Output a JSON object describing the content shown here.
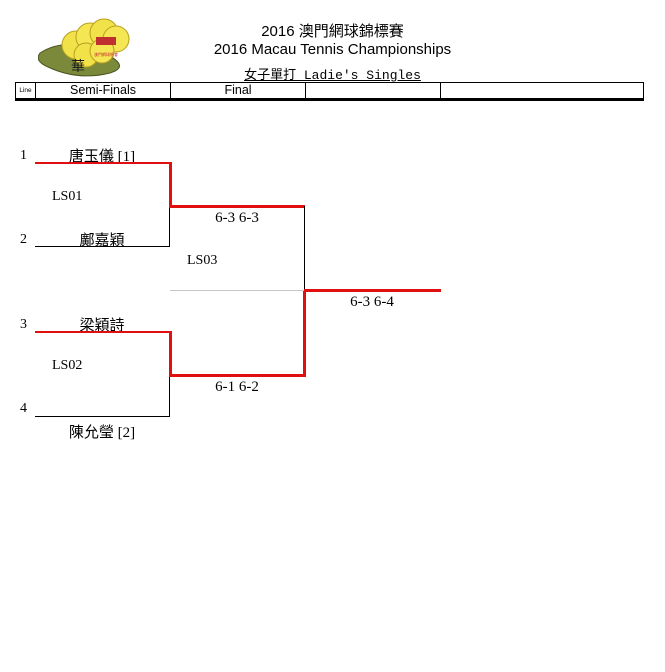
{
  "header": {
    "title_cn": "2016 澳門網球錦標賽",
    "title_en": "2016 Macau Tennis Championships",
    "event": "女子單打 Ladie's Singles"
  },
  "columns": {
    "line": "Line",
    "semi": "Semi-Finals",
    "final": "Final",
    "col4": "",
    "col5": ""
  },
  "logo": {
    "text": "澳門網球總會",
    "glyph": "華"
  },
  "draw": {
    "lines": [
      "1",
      "2",
      "3",
      "4"
    ],
    "players": [
      "唐玉儀 [1]",
      "鄺嘉穎",
      "梁穎詩",
      "陳允瑩 [2]"
    ],
    "matches": [
      "LS01",
      "LS02",
      "LS03"
    ],
    "scores": {
      "ls01": "6-3 6-3",
      "ls02": "6-1 6-2",
      "final": "6-3 6-4"
    }
  },
  "colors": {
    "winner_line": "#e01010",
    "loser_line": "#000000",
    "logo_ball": "#f2e24a",
    "logo_leaf": "#7a8a3a"
  }
}
